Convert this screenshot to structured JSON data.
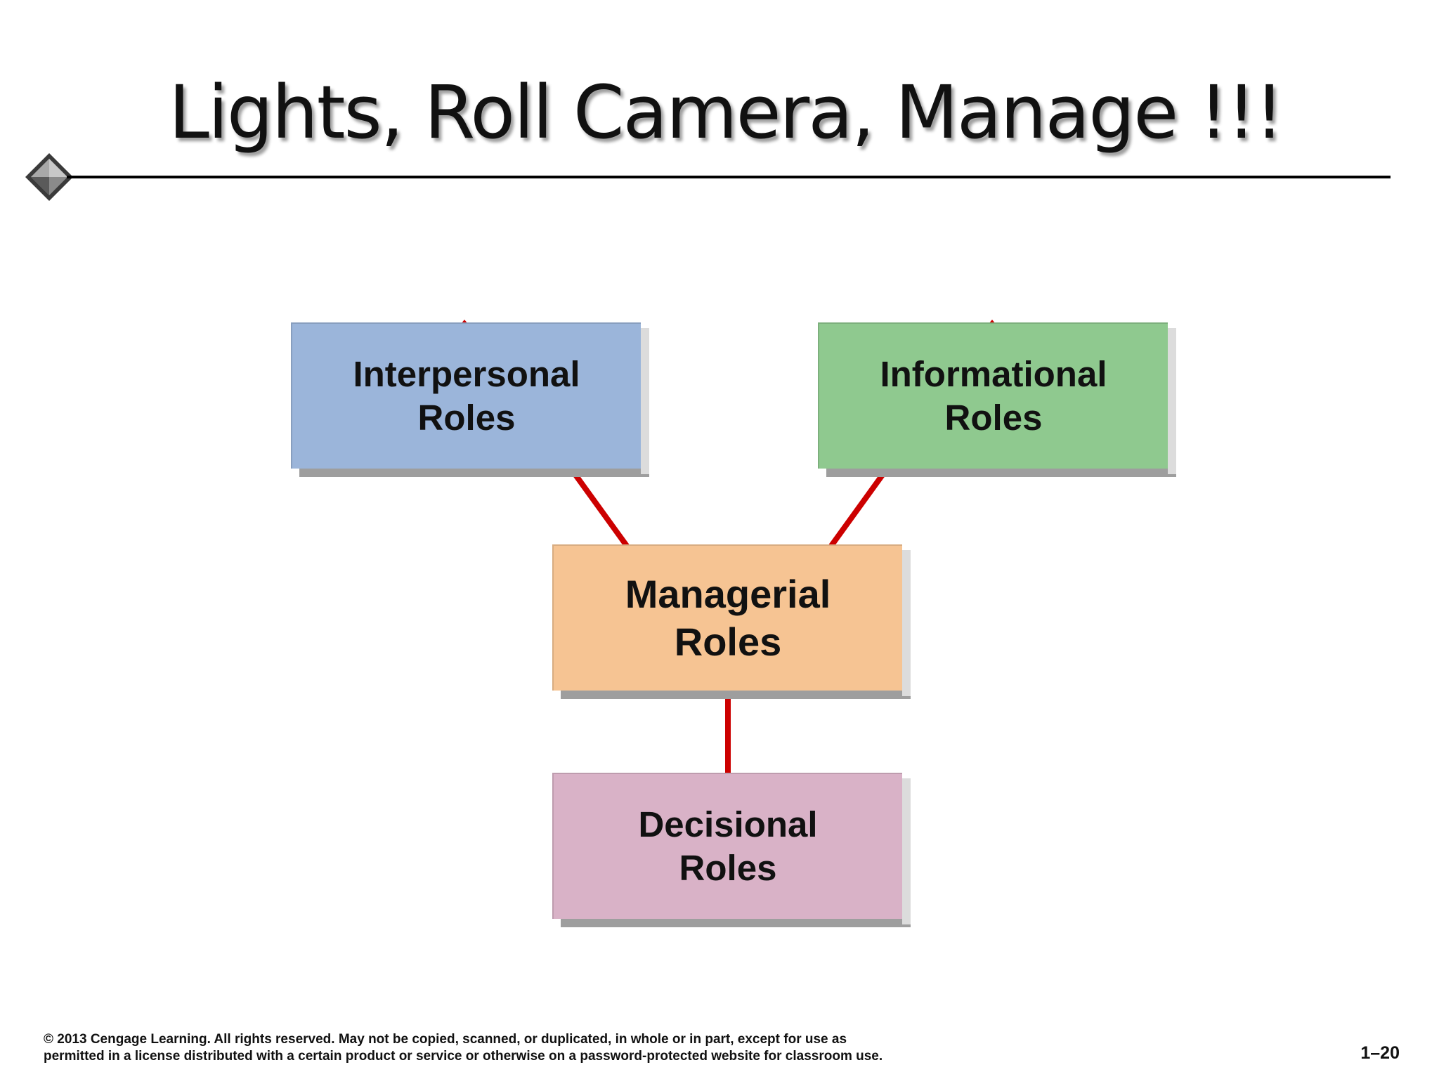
{
  "title": "Lights, Roll Camera, Manage !!!",
  "colors": {
    "interpersonal": "#9bb5da",
    "informational": "#8fc98f",
    "managerial": "#f6c493",
    "decisional": "#d9b2c7",
    "connector": "#cc0000",
    "shadow": "#9e9e9e"
  },
  "diagram": {
    "nodes": [
      {
        "id": "interpersonal",
        "label": "Interpersonal\nRoles"
      },
      {
        "id": "informational",
        "label": "Informational\nRoles"
      },
      {
        "id": "managerial",
        "label": "Managerial\nRoles"
      },
      {
        "id": "decisional",
        "label": "Decisional\nRoles"
      }
    ],
    "edges": [
      {
        "from": "managerial",
        "to": "interpersonal"
      },
      {
        "from": "managerial",
        "to": "informational"
      },
      {
        "from": "managerial",
        "to": "decisional"
      }
    ]
  },
  "footer": {
    "copyright": "© 2013 Cengage Learning. All rights reserved. May not be copied, scanned, or duplicated, in whole or in part, except for use as\npermitted in a license distributed with a certain product or service or otherwise on a password-protected website for classroom use.",
    "page_number": "1–20"
  }
}
